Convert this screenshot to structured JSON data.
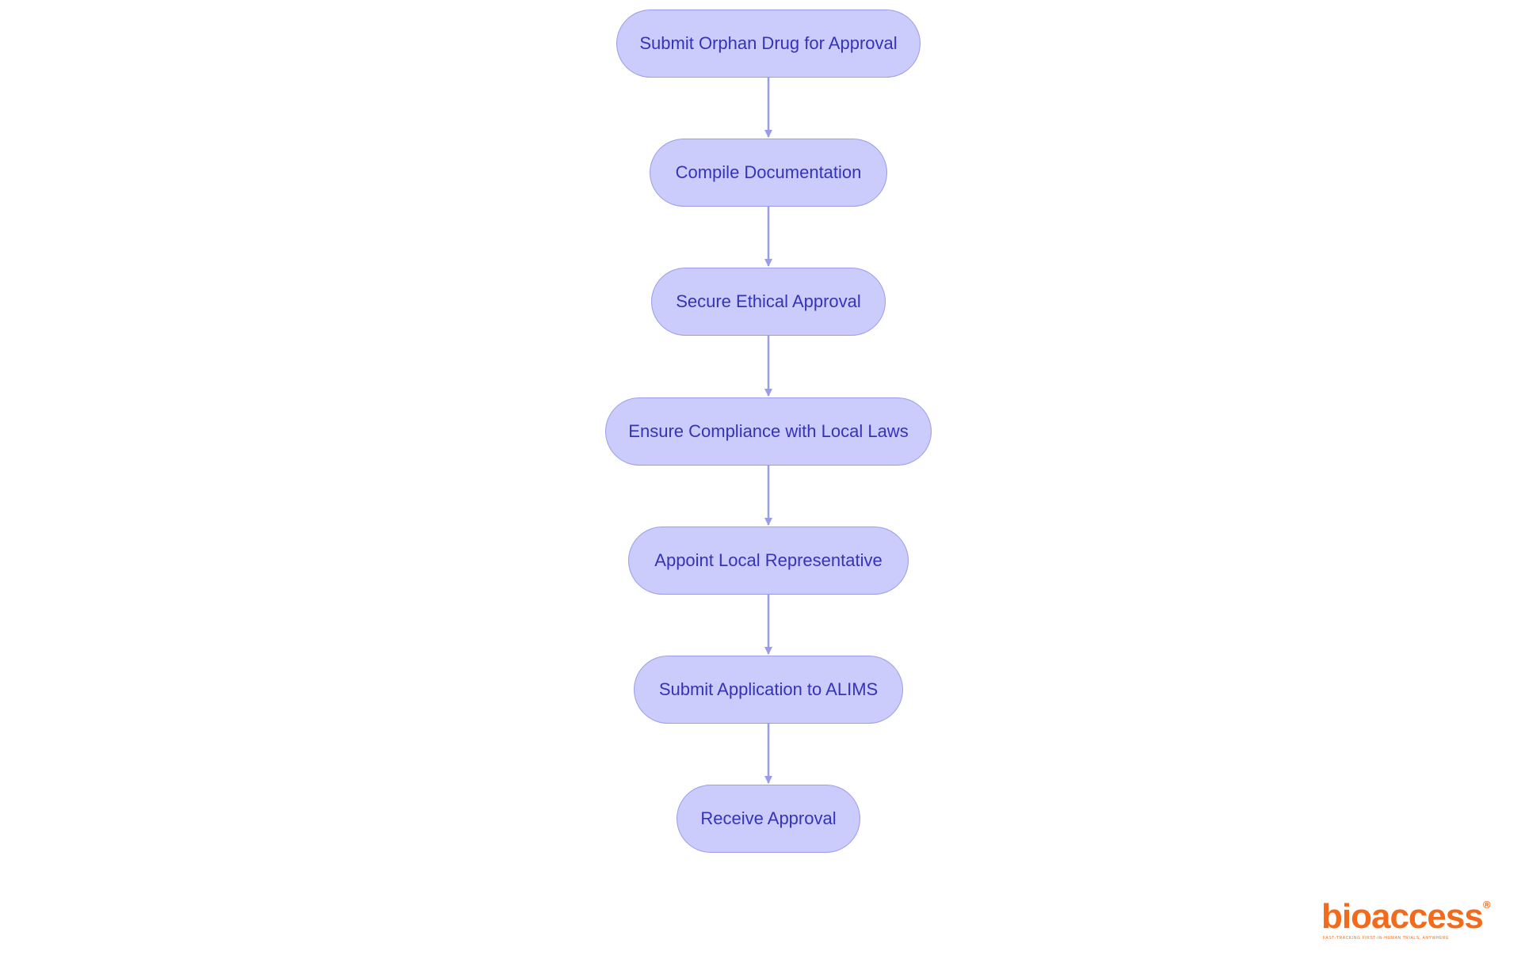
{
  "flowchart": {
    "steps": [
      {
        "label": "Submit Orphan Drug for Approval"
      },
      {
        "label": "Compile Documentation"
      },
      {
        "label": "Secure Ethical Approval"
      },
      {
        "label": "Ensure Compliance with Local Laws"
      },
      {
        "label": "Appoint Local Representative"
      },
      {
        "label": "Submit Application to ALIMS"
      },
      {
        "label": "Receive Approval"
      }
    ]
  },
  "logo": {
    "wordmark": "bioaccess",
    "registered": "®",
    "tagline": "FAST-TRACKING FIRST-IN-HUMAN TRIALS, ANYWHERE"
  },
  "colors": {
    "node_fill": "#cbcbfc",
    "node_border": "#9a9cea",
    "node_text": "#3434b8",
    "arrow": "#9a9cea",
    "brand": "#f26a1b"
  }
}
